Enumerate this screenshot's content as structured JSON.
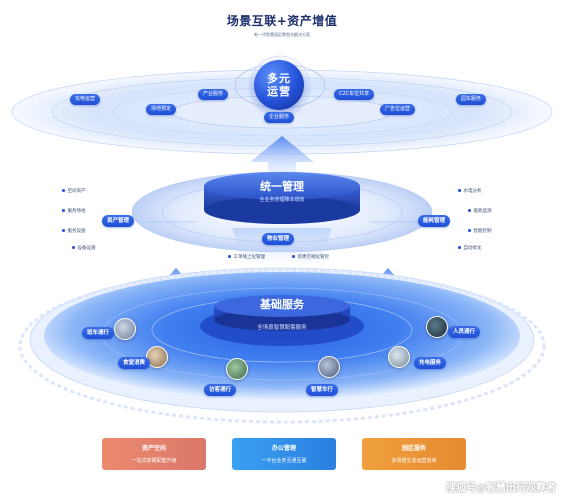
{
  "header": {
    "title": "场景互联+资产增值",
    "subtitle": "新一代智慧园区数智化解决方案"
  },
  "top": {
    "orb_line1": "多元",
    "orb_line2": "运营",
    "pills": [
      "充电运营",
      "场地预定",
      "产业服务",
      "企业服务",
      "C2C车位共享",
      "广告位运营",
      "园车服务"
    ]
  },
  "middle": {
    "title": "统一管理",
    "subtitle": "全业务管理降本增效",
    "center_pill": "物业管理",
    "left_pill": "资产管理",
    "right_pill": "能耗管理",
    "left_labels": [
      "空间资产",
      "服务场地",
      "服务设施",
      "设备设施"
    ],
    "right_labels": [
      "水电分析",
      "能耗监测",
      "智能控制",
      "自动优化"
    ],
    "bottom_labels": [
      "工单线上化管理",
      "巡更可视化管控"
    ]
  },
  "base": {
    "title": "基础服务",
    "subtitle": "全场景智慧配套服务",
    "pills": [
      "班车通行",
      "食堂消费",
      "访客通行",
      "智慧车行",
      "充电服务",
      "人员通行"
    ]
  },
  "bottom_boxes": [
    {
      "title": "资产空间",
      "subtitle": "一站式软硬配套升级",
      "color": "#e58a6a"
    },
    {
      "title": "办公管理",
      "subtitle": "一平台业务互通互联",
      "color": "#2f8ee8"
    },
    {
      "title": "园区服务",
      "subtitle": "多场景生态运营创收",
      "color": "#e6953a"
    }
  ],
  "watermark": "搜狐号@智慧出行观察者"
}
